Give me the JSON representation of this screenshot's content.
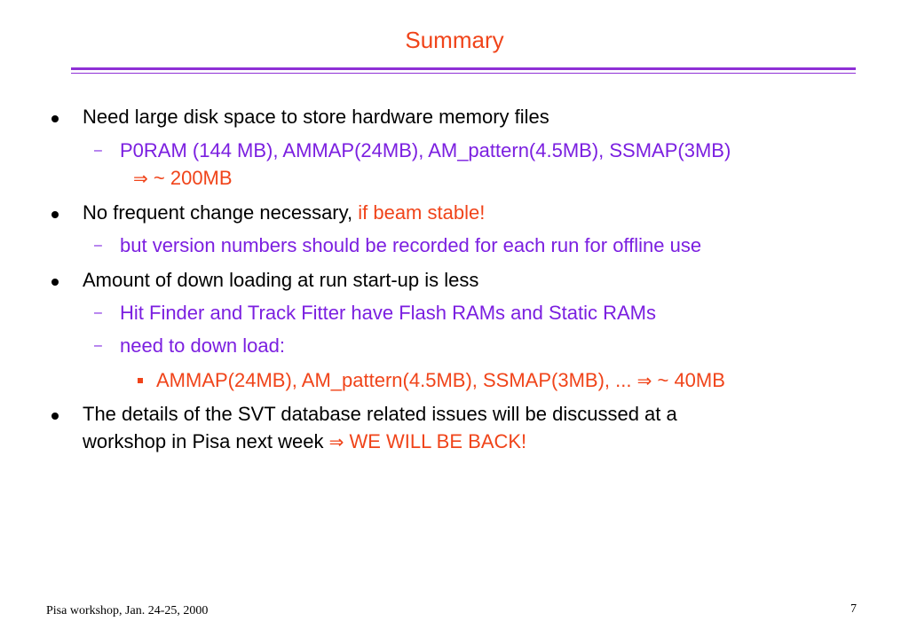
{
  "slide": {
    "title": "Summary",
    "bullets": [
      {
        "text": "Need large disk space to store hardware memory files"
      },
      {
        "sub": [
          {
            "line1": "P0RAM (144 MB), AMMAP(24MB), AM_pattern(4.5MB), SSMAP(3MB)",
            "arrow": "⇒",
            "line2": "~ 200MB"
          }
        ]
      },
      {
        "text": "No frequent change necessary, ",
        "highlight": "if beam stable!"
      },
      {
        "sub": [
          {
            "text": "but version numbers should be recorded for each run for offline use"
          }
        ]
      },
      {
        "text": "Amount of down loading at run start-up is less"
      },
      {
        "sub": [
          {
            "text": "Hit Finder and Track Fitter have Flash RAMs and Static RAMs"
          },
          {
            "text": "need to down load:"
          }
        ]
      },
      {
        "subsub": [
          {
            "text": "AMMAP(24MB), AM_pattern(4.5MB), SSMAP(3MB), ...",
            "arrow": "⇒",
            "result": "~ 40MB"
          }
        ]
      },
      {
        "line1": "The details of the SVT database related issues will be discussed at a",
        "line2": "workshop in Pisa next week",
        "arrow": "⇒",
        "highlight": "WE WILL BE BACK!"
      }
    ]
  },
  "footer": {
    "text": "Pisa workshop, Jan. 24-25, 2000",
    "page": "7"
  }
}
